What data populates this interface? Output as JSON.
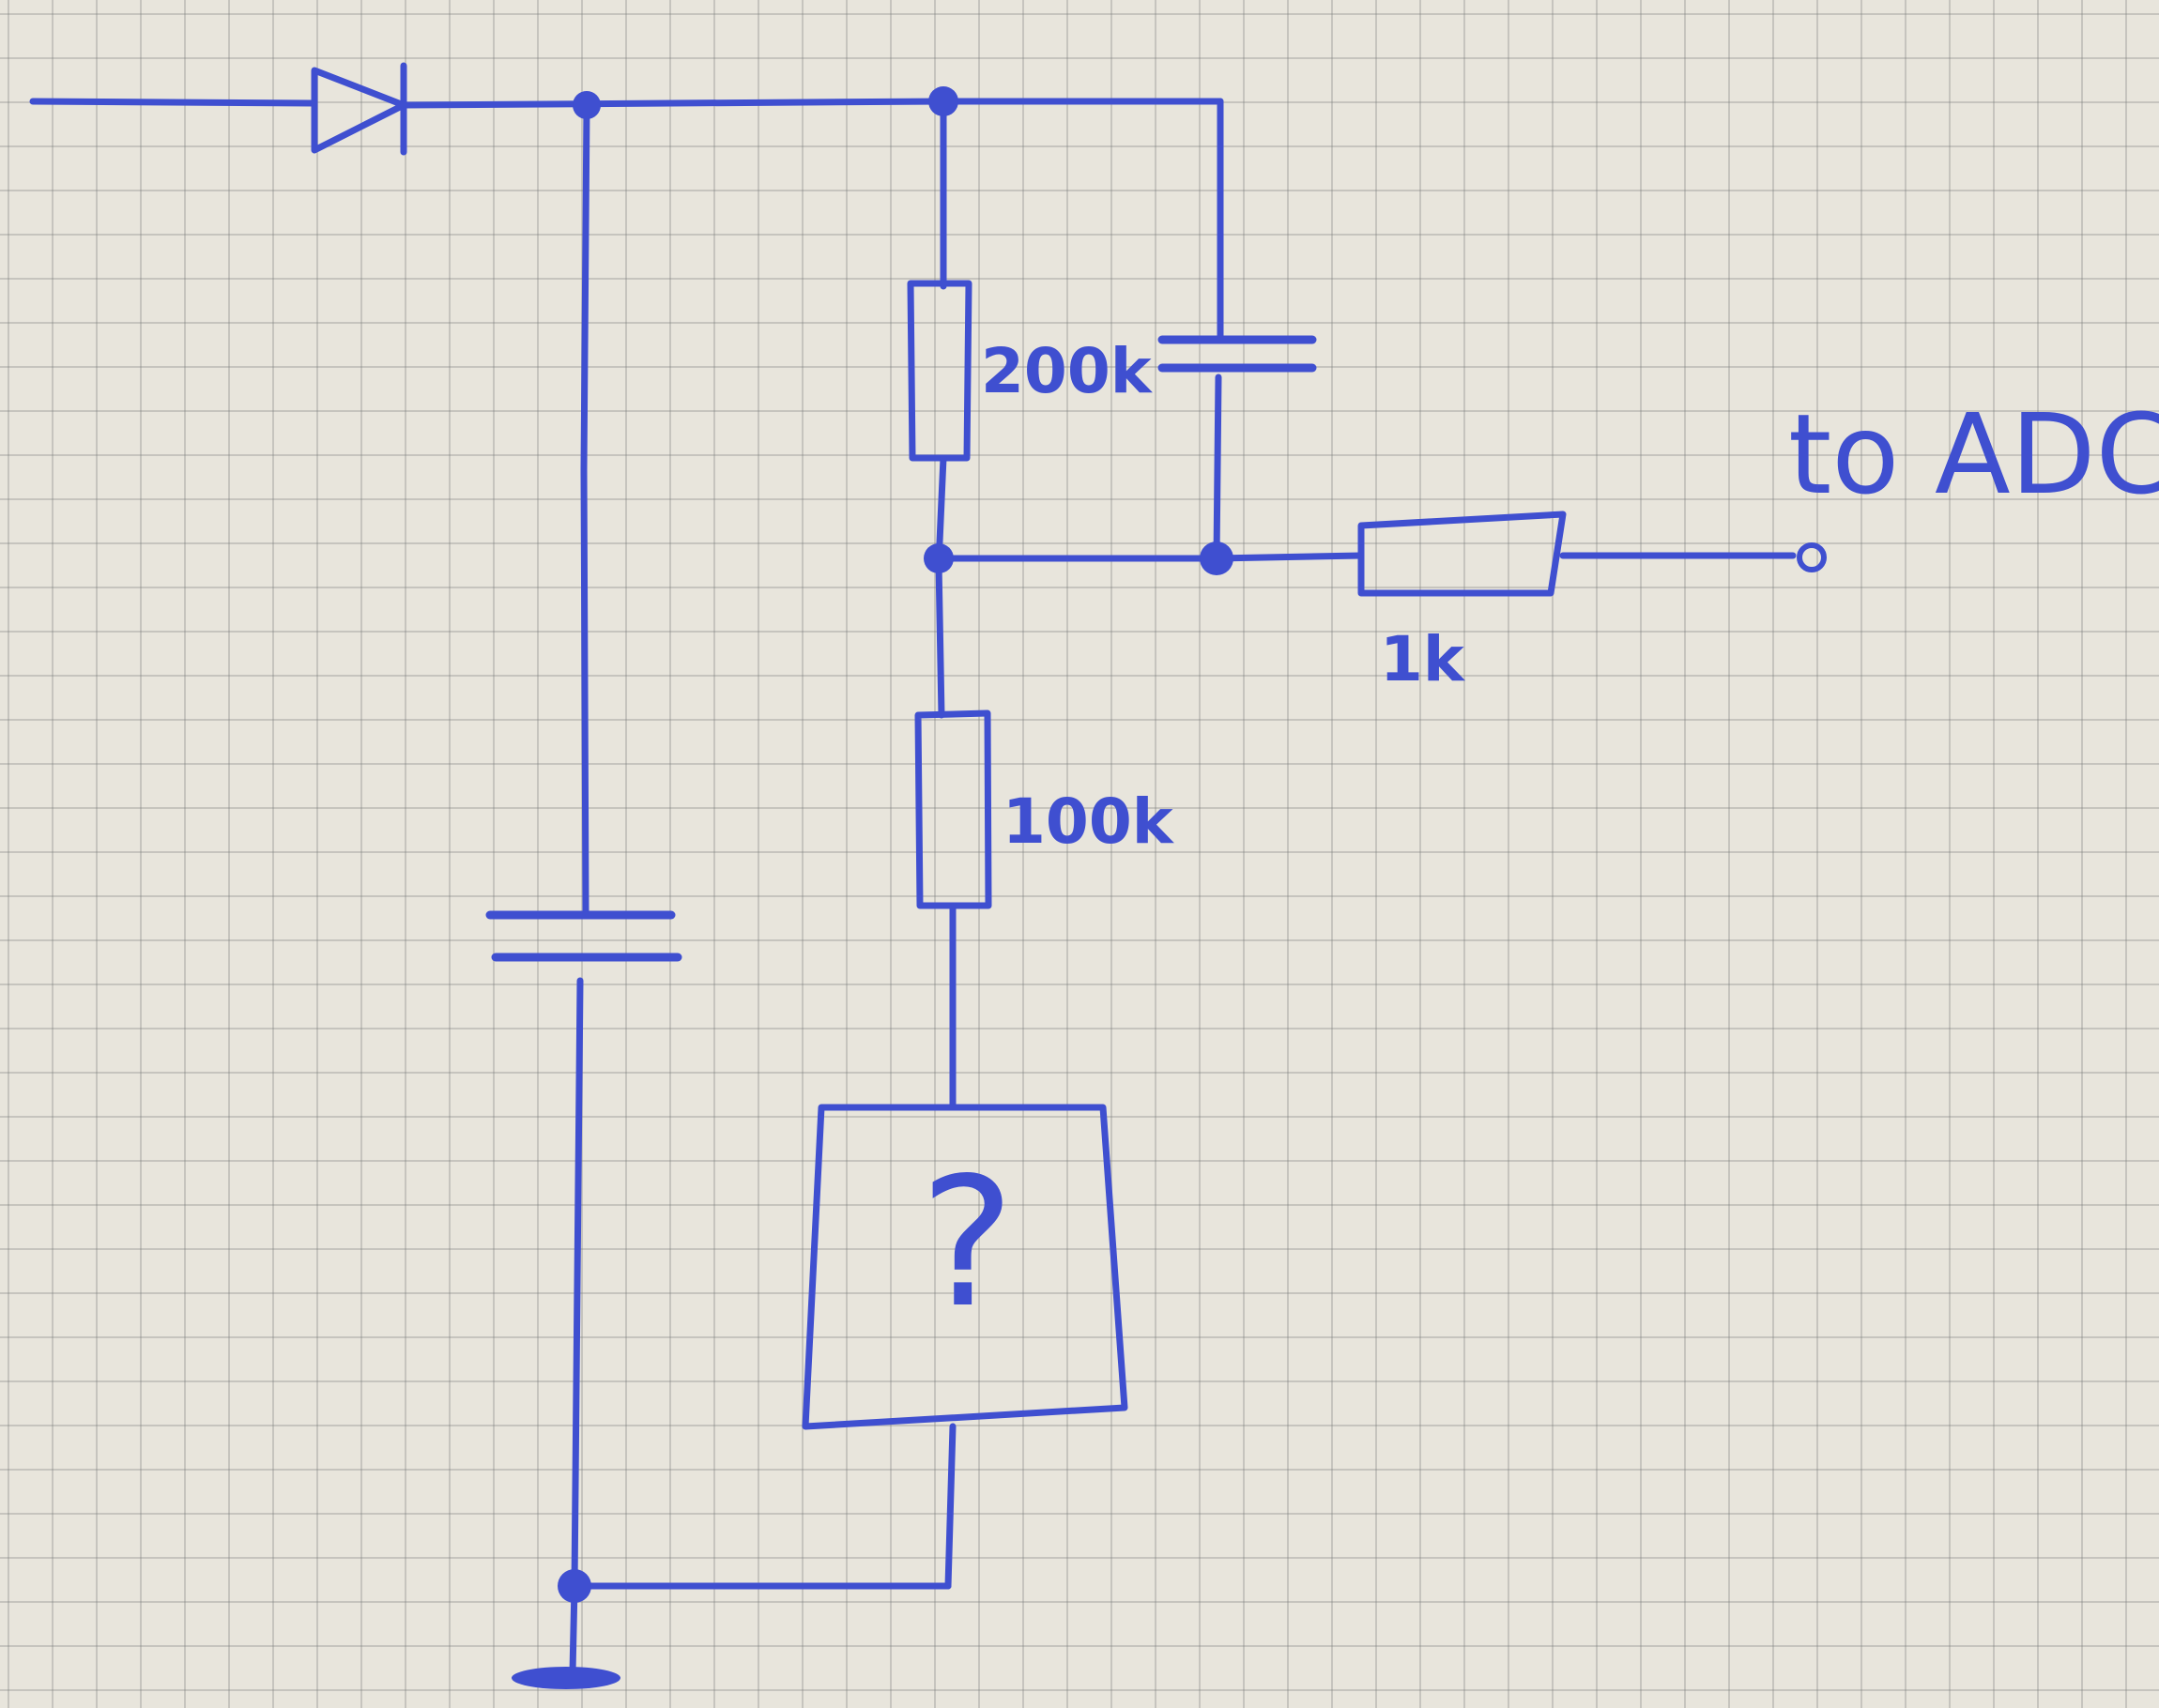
{
  "labels": {
    "resistor_top": "200k",
    "resistor_bottom": "100k",
    "resistor_output": "1k",
    "output_label": "to ADC",
    "unknown_block": "?"
  },
  "colors": {
    "ink": "#3f4fd0",
    "paper": "#e8e5dc",
    "grid": "#9a9a9a"
  }
}
